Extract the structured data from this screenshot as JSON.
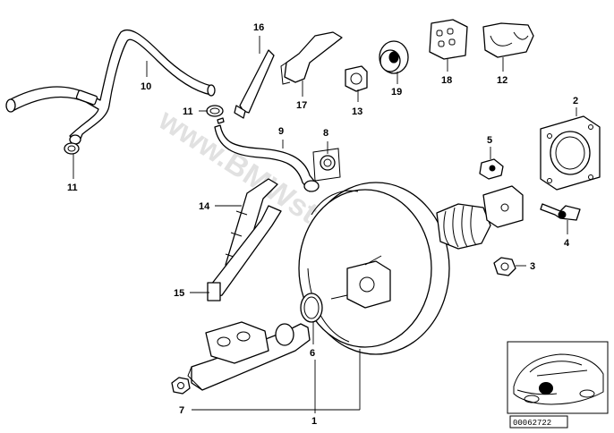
{
  "watermark": "www.BMWstore.pl",
  "reference_number": "00062722",
  "callouts": {
    "c1": "1",
    "c2": "2",
    "c3": "3",
    "c4": "4",
    "c5": "5",
    "c6": "6",
    "c7": "7",
    "c8": "8",
    "c9": "9",
    "c10": "10",
    "c11a": "11",
    "c11b": "11",
    "c12": "12",
    "c13": "13",
    "c14": "14",
    "c15": "15",
    "c16": "16",
    "c17": "17",
    "c18": "18",
    "c19": "19"
  }
}
